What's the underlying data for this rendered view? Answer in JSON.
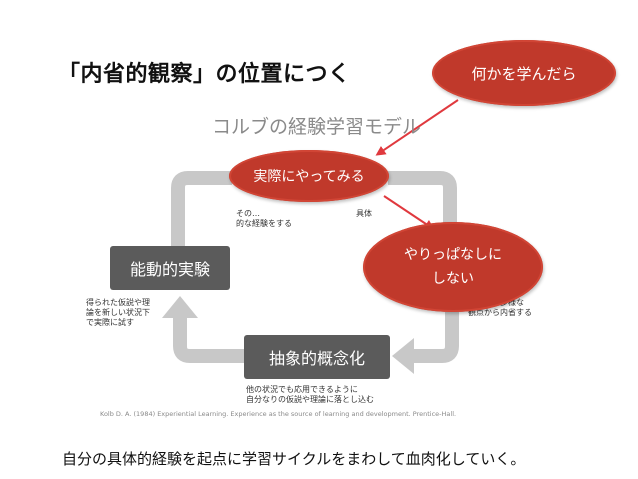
{
  "heading": "「内省的観察」の位置につく",
  "model_title": "コルブの経験学習モデル",
  "callouts": {
    "learn": "何かを学んだら",
    "concrete": "実際にやってみる",
    "reflect_line1": "やりっぱなしに",
    "reflect_line2": "しない"
  },
  "stages": {
    "experiment": "能動的実験",
    "concept": "抽象的概念化"
  },
  "descriptions": {
    "concrete_line1": "その…　　　　　　　　　　　　具体",
    "concrete_line2": "的な経験をする",
    "reflect_line1": "…を多様な",
    "reflect_line2": "観点から内省する",
    "experiment_line1": "得られた仮説や理",
    "experiment_line2": "論を新しい状況下",
    "experiment_line3": "で実際に試す",
    "concept_line1": "他の状況でも応用できるように",
    "concept_line2": "自分なりの仮説や理論に落とし込む"
  },
  "citation": "Kolb D. A. (1984) Experiential  Learning. Experience as the source of  learning and development. Prentice-Hall.",
  "summary": "自分の具体的経験を起点に学習サイクルをまわして血肉化していく。",
  "colors": {
    "callout_red": "#c0392b",
    "arrow_red": "#e0393e",
    "cycle_gray": "#c8c8c8",
    "stage_box": "#5b5b5b"
  }
}
